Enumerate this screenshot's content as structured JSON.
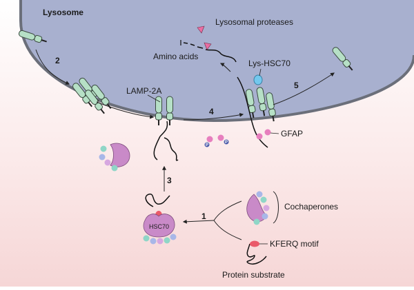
{
  "labels": {
    "lysosome": "Lysosome",
    "lysosomal_proteases": "Lysosomal proteases",
    "amino_acids": "Amino acids",
    "lys_hsc70": "Lys-HSC70",
    "lamp2a": "LAMP-2A",
    "gfap": "GFAP",
    "cochaperones": "Cochaperones",
    "kferq_motif": "KFERQ motif",
    "protein_substrate": "Protein substrate",
    "hsc70": "HSC70",
    "phospho": "P"
  },
  "steps": {
    "s1": "1",
    "s2": "2",
    "s3": "3",
    "s4": "4",
    "s5": "5"
  },
  "colors": {
    "lysosome_fill": "#a8b0cf",
    "membrane": "#6b6f7a",
    "lamp_fill": "#b6e0c6",
    "lamp_stroke": "#3a4a3f",
    "hsc70": "#c98ac8",
    "protease": "#ea6ea2",
    "kferq": "#ea5a6a",
    "lys_hsc70": "#73c8ee",
    "gfap": "#e77fbe",
    "phospho": "#4859a8"
  }
}
